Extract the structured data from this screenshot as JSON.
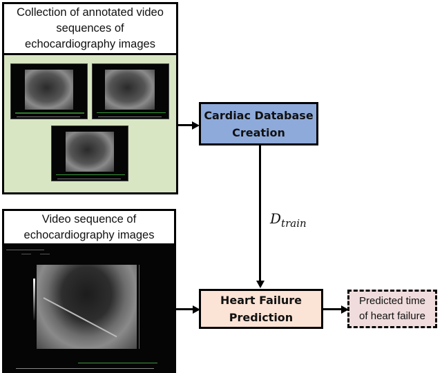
{
  "diagram": {
    "collection_box": {
      "title_lines": [
        "Collection of annotated video",
        "sequences of",
        "echocardiography images"
      ],
      "background": "#d9e6c4",
      "thumbnails": 3
    },
    "single_video_box": {
      "title_lines": [
        "Video sequence of",
        "echocardiography images"
      ]
    },
    "cardiac_db_box": {
      "label_lines": [
        "Cardiac Database",
        "Creation"
      ],
      "fill": "#8eaadb"
    },
    "edge_label": {
      "base": "D",
      "subscript": "train"
    },
    "hf_prediction_box": {
      "label_lines": [
        "Heart Failure",
        "Prediction"
      ],
      "fill": "#fbe3d5"
    },
    "output_box": {
      "label_lines": [
        "Predicted time",
        "of heart failure"
      ],
      "fill": "#f0dcdc",
      "border_style": "dashed"
    }
  }
}
